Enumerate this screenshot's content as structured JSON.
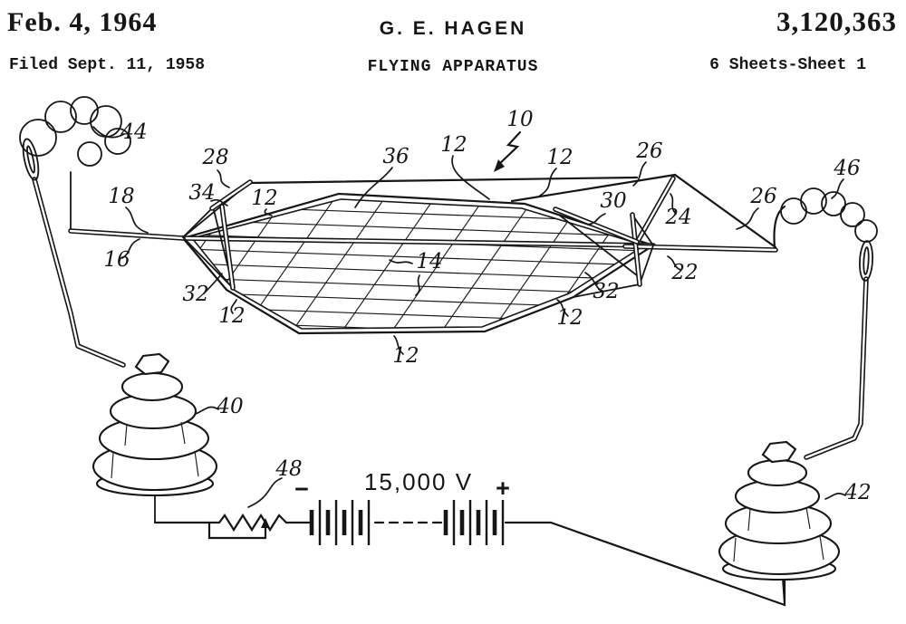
{
  "header": {
    "date": "Feb. 4, 1964",
    "filed": "Filed Sept. 11, 1958",
    "inventor": "G. E. HAGEN",
    "title": "FLYING APPARATUS",
    "patent_number": "3,120,363",
    "sheet_info": "6 Sheets-Sheet 1"
  },
  "circuit": {
    "voltage": "15,000 V",
    "minus": "−",
    "plus": "+"
  },
  "figure_labels": [
    {
      "text": "44"
    },
    {
      "text": "28"
    },
    {
      "text": "36"
    },
    {
      "text": "12"
    },
    {
      "text": "10"
    },
    {
      "text": "12"
    },
    {
      "text": "26"
    },
    {
      "text": "46"
    },
    {
      "text": "18"
    },
    {
      "text": "34"
    },
    {
      "text": "12"
    },
    {
      "text": "30"
    },
    {
      "text": "24"
    },
    {
      "text": "26"
    },
    {
      "text": "16"
    },
    {
      "text": "14"
    },
    {
      "text": "22"
    },
    {
      "text": "32"
    },
    {
      "text": "32"
    },
    {
      "text": "12"
    },
    {
      "text": "12"
    },
    {
      "text": "12"
    },
    {
      "text": "40"
    },
    {
      "text": "48"
    },
    {
      "text": "42"
    }
  ],
  "colors": {
    "ink": "#161616",
    "paper": "#ffffff"
  }
}
